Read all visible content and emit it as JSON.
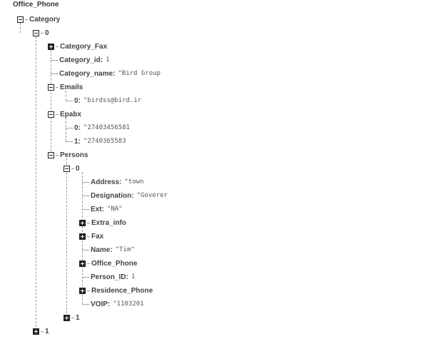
{
  "root": {
    "title": "Office_Phone"
  },
  "category": {
    "label": "Category"
  },
  "item0": {
    "index": "0"
  },
  "item1": {
    "index": "1"
  },
  "fields": {
    "category_fax": "Category_Fax",
    "category_id": "Category_id",
    "category_id_value": "1",
    "category_name": "Category_name",
    "category_name_value": "\"Bird Group",
    "emails": "Emails",
    "email_0_key": "0",
    "email_0_value": "\"birdss@bird.ir",
    "epabx": "Epabx",
    "epabx_0_key": "0",
    "epabx_0_value": "\"27403456581",
    "epabx_1_key": "1",
    "epabx_1_value": "\"2740365583",
    "persons": "Persons"
  },
  "person0": {
    "index": "0",
    "address": "Address",
    "address_value": "\"town",
    "designation": "Designation",
    "designation_value": "\"Goverer",
    "ext": "Ext",
    "ext_value": "\"NA\"",
    "extra_info": "Extra_info",
    "fax": "Fax",
    "name": "Name",
    "name_value": "\"Tim\"",
    "office_phone": "Office_Phone",
    "person_id": "Person_ID",
    "person_id_value": "1",
    "residence_phone": "Residence_Phone",
    "voip": "VOIP",
    "voip_value": "\"1103201"
  },
  "person1": {
    "index": "1"
  }
}
